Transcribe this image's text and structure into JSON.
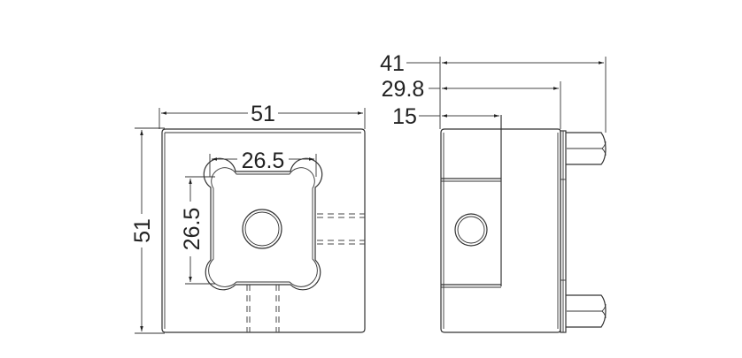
{
  "drawing": {
    "front_view": {
      "width_label": "51",
      "height_label": "51",
      "inner_width_label": "26.5",
      "inner_height_label": "26.5"
    },
    "side_view": {
      "total_length_label": "41",
      "body_length_label": "29.8",
      "slot_length_label": "15"
    }
  },
  "colors": {
    "line": "#333333",
    "background": "#ffffff"
  }
}
